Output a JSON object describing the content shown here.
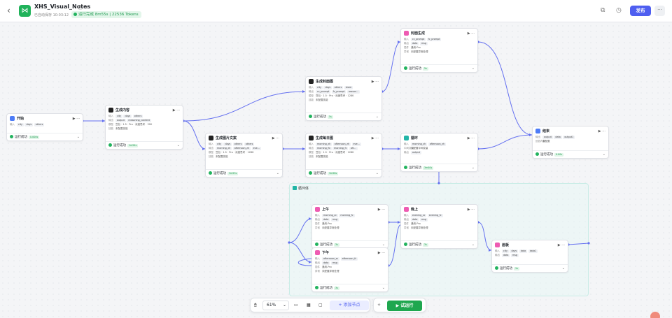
{
  "header": {
    "title": "XHS_Visual_Notes",
    "saved": "已自动保存 10:03:12",
    "run_status": "运行完成 8m55s | 22536 Tokens",
    "publish": "发布",
    "more": "···"
  },
  "colors": {
    "accent": "#4e5ef0",
    "success": "#22b35e",
    "edge": "#6470f0"
  },
  "nodes": {
    "start": {
      "title": "开始",
      "rows": [
        {
          "label": "输入",
          "tags": [
            "city",
            "days",
            "others"
          ]
        }
      ],
      "status": "运行成功",
      "time": "0.000s"
    },
    "gen_content": {
      "title": "生成内容",
      "rows": [
        {
          "label": "输入",
          "tags": [
            "city",
            "days",
            "others"
          ]
        },
        {
          "label": "输出",
          "tags": [
            "output",
            "reasoning_content"
          ]
        },
        {
          "label": "模型",
          "text": "豆包 · 1.5 · Pro · 深度思考 · 32K"
        },
        {
          "label": "技能",
          "text": "未配置技能"
        }
      ],
      "status": "运行成功",
      "time": "1m54s"
    },
    "gen_cover_prompt": {
      "title": "生成封面图",
      "rows": [
        {
          "label": "输入",
          "tags": [
            "city",
            "days",
            "others",
            "store"
          ]
        },
        {
          "label": "输出",
          "tags": [
            "cc_prompt",
            "fc_prompt",
            "reason..."
          ]
        },
        {
          "label": "模型",
          "text": "豆包 · 1.5 · Pro · 深度思考 · 128K"
        },
        {
          "label": "技能",
          "text": "未配置技能"
        }
      ],
      "status": "运行成功",
      "time": "5s"
    },
    "cover_gen": {
      "title": "封面生成",
      "rows": [
        {
          "label": "输入",
          "tags": [
            "cc_prompt",
            "fc_prompt"
          ]
        },
        {
          "label": "输出",
          "tags": [
            "data",
            "msg"
          ]
        },
        {
          "label": "插件",
          "text": "通用-Pro"
        },
        {
          "label": "异常",
          "text": "未配置异常处理"
        }
      ],
      "status": "运行成功",
      "time": "5s"
    },
    "gen_img_text": {
      "title": "生成图片文案",
      "rows": [
        {
          "label": "输入",
          "tags": [
            "city",
            "days",
            "others",
            "others"
          ]
        },
        {
          "label": "输出",
          "tags": [
            "morning_zh",
            "afternoon_zh",
            "eve..."
          ]
        },
        {
          "label": "模型",
          "text": "豆包 · 1.5 · Pro · 深度思考 · 128K"
        },
        {
          "label": "技能",
          "text": "未配置技能"
        }
      ],
      "status": "运行成功",
      "time": "3m53s"
    },
    "gen_day_img": {
      "title": "生成每日图",
      "rows": [
        {
          "label": "输入",
          "tags": [
            "morning_zh",
            "afternoon_zh",
            "eve..."
          ]
        },
        {
          "label": "输出",
          "tags": [
            "morning_fb",
            "morning_fc",
            "aft..."
          ]
        },
        {
          "label": "模型",
          "text": "豆包 · 1.5 · Pro · 深度思考 · 128K"
        },
        {
          "label": "技能",
          "text": "未配置技能"
        }
      ],
      "status": "运行成功",
      "time": "3m58s"
    },
    "loop": {
      "title": "循环",
      "rows": [
        {
          "label": "输入",
          "tags": [
            "morning_zh",
            "afternoon_zh"
          ]
        },
        {
          "label": "中间变量",
          "text": "未配置中间变量"
        },
        {
          "label": "输出",
          "tags": [
            "output"
          ]
        }
      ],
      "status": "运行成功",
      "time": "3m40s"
    },
    "end": {
      "title": "结束",
      "rows": [
        {
          "label": "输出",
          "tags": [
            "output",
            "data",
            "output1"
          ]
        },
        {
          "label": "回答内容",
          "text": "未配置"
        }
      ],
      "status": "运行成功",
      "time": "0.00s"
    },
    "morning": {
      "title": "上午",
      "rows": [
        {
          "label": "输入",
          "tags": [
            "morning_zc",
            "morning_fc"
          ]
        },
        {
          "label": "输出",
          "tags": [
            "data",
            "msg"
          ]
        },
        {
          "label": "插件",
          "text": "通用-Pro"
        },
        {
          "label": "异常",
          "text": "未配置异常处理"
        }
      ],
      "status": "运行成功",
      "time": "3s"
    },
    "noon": {
      "title": "下午",
      "rows": [
        {
          "label": "输入",
          "tags": [
            "afternoon_zc",
            "afternoon_fc"
          ]
        },
        {
          "label": "输出",
          "tags": [
            "data",
            "msg"
          ]
        },
        {
          "label": "插件",
          "text": "通用-Pro"
        },
        {
          "label": "异常",
          "text": "未配置异常处理"
        }
      ],
      "status": "运行成功",
      "time": "3s"
    },
    "evening": {
      "title": "晚上",
      "rows": [
        {
          "label": "输入",
          "tags": [
            "evening_zc",
            "evening_fc"
          ]
        },
        {
          "label": "输出",
          "tags": [
            "data",
            "msg"
          ]
        },
        {
          "label": "插件",
          "text": "通用-Pro"
        },
        {
          "label": "异常",
          "text": "未配置异常处理"
        }
      ],
      "status": "运行成功",
      "time": "3s"
    },
    "canvas_img": {
      "title": "画板",
      "rows": [
        {
          "label": "输入",
          "tags": [
            "city",
            "days",
            "data",
            "data1"
          ]
        },
        {
          "label": "输出",
          "tags": [
            "data",
            "msg"
          ]
        }
      ],
      "status": "运行成功",
      "time": "1s"
    }
  },
  "group": {
    "title": "循环体"
  },
  "toolbar": {
    "zoom": "61%",
    "add_node": "+ 添加节点",
    "test_run": "试运行"
  }
}
